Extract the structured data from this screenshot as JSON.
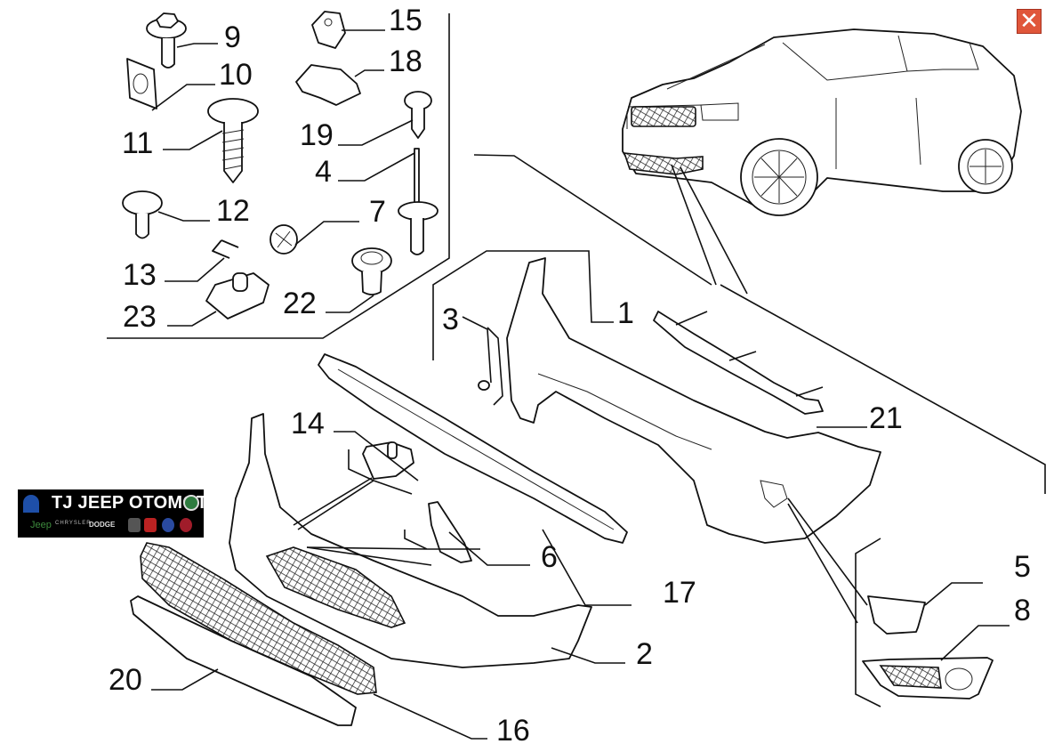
{
  "window": {
    "close_icon": "close-x-icon",
    "close_color": "#e0563a"
  },
  "watermark": {
    "brand": "TJ JEEP OTOMOTİV",
    "sub_brands": [
      "Jeep",
      "CHRYSLER",
      "DODGE",
      "RAM",
      "ABARTH",
      "LANCIA",
      "FIAT"
    ]
  },
  "diagram": {
    "title": "Jeep Compass front bumper exploded parts view",
    "callouts": [
      {
        "id": "1",
        "label": "1"
      },
      {
        "id": "2",
        "label": "2"
      },
      {
        "id": "3",
        "label": "3"
      },
      {
        "id": "4",
        "label": "4"
      },
      {
        "id": "5",
        "label": "5"
      },
      {
        "id": "6",
        "label": "6"
      },
      {
        "id": "7",
        "label": "7"
      },
      {
        "id": "8",
        "label": "8"
      },
      {
        "id": "9",
        "label": "9"
      },
      {
        "id": "10",
        "label": "10"
      },
      {
        "id": "11",
        "label": "11"
      },
      {
        "id": "12",
        "label": "12"
      },
      {
        "id": "13",
        "label": "13"
      },
      {
        "id": "14",
        "label": "14"
      },
      {
        "id": "15",
        "label": "15"
      },
      {
        "id": "16",
        "label": "16"
      },
      {
        "id": "17",
        "label": "17"
      },
      {
        "id": "18",
        "label": "18"
      },
      {
        "id": "19",
        "label": "19"
      },
      {
        "id": "20",
        "label": "20"
      },
      {
        "id": "21",
        "label": "21"
      },
      {
        "id": "22",
        "label": "22"
      },
      {
        "id": "23",
        "label": "23"
      }
    ]
  }
}
